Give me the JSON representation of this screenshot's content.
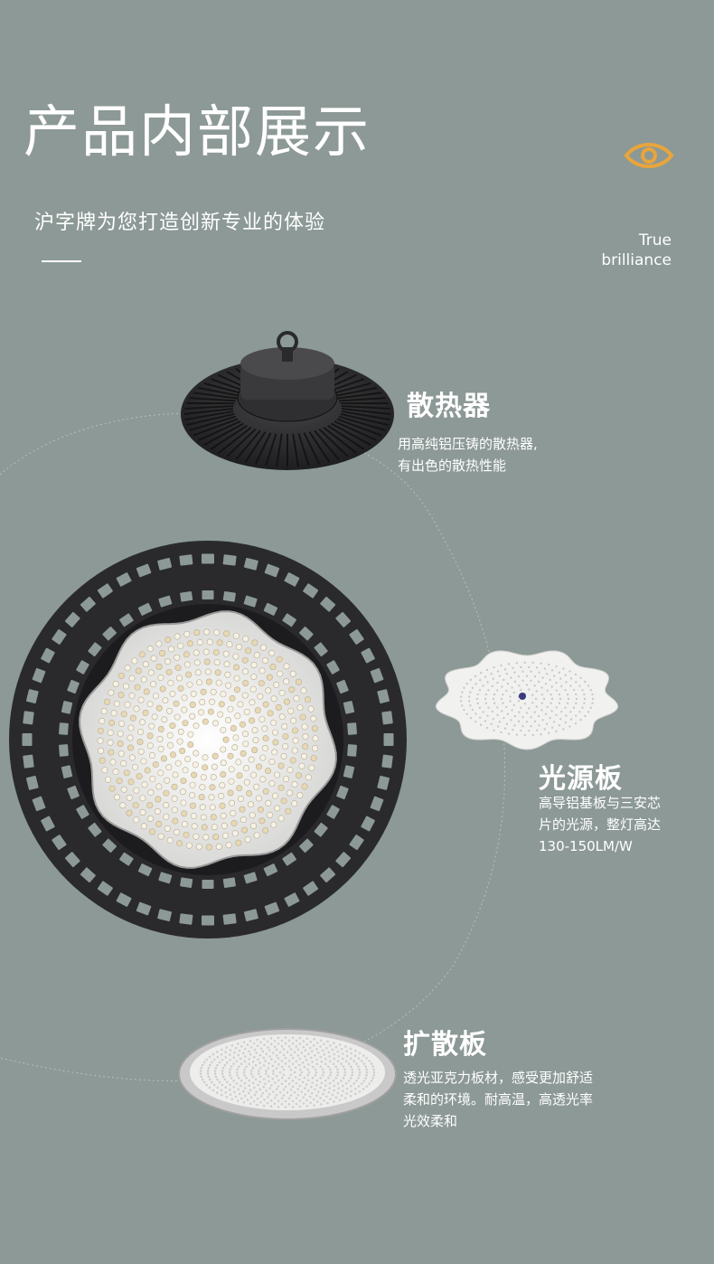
{
  "header": {
    "title": "产品内部展示",
    "subtitle": "沪字牌为您打造创新专业的体验",
    "tagline_line1": "True",
    "tagline_line2": "brilliance",
    "eye_icon": "eye-icon",
    "accent_color": "#e8a53c"
  },
  "features": [
    {
      "title": "散热器",
      "desc_lines": [
        "用高纯铝压铸的散热器,",
        "有出色的散热性能"
      ]
    },
    {
      "title": "光源板",
      "desc_lines": [
        "高导铝基板与三安芯",
        "片的光源，整灯高达",
        "130-150LM/W"
      ]
    },
    {
      "title": "扩散板",
      "desc_lines": [
        "透光亚克力板材，感受更加舒适",
        "柔和的环境。耐高温，高透光率",
        "光效柔和"
      ]
    }
  ],
  "colors": {
    "background": "#8c9996",
    "lamp_body": "#2b2b2d",
    "led_board": "#eeeeec"
  }
}
